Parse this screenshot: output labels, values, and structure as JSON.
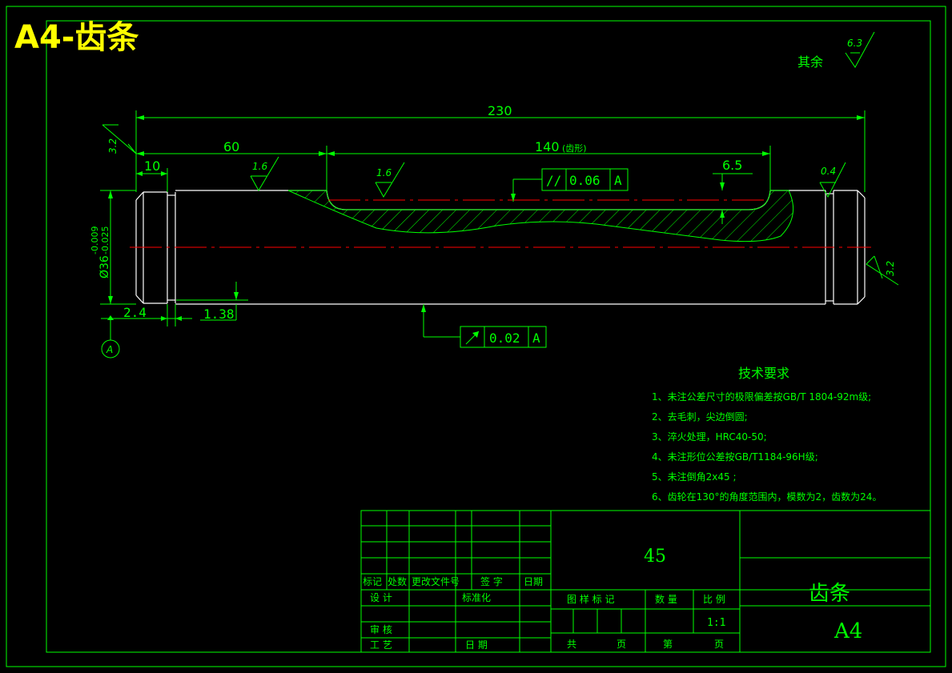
{
  "sheet": {
    "title": "A4-齿条",
    "roughness_else_label": "其余",
    "roughness_else_value": "6.3"
  },
  "dimensions": {
    "overall": "230",
    "left_section": "60",
    "toothed": "140",
    "toothed_note": "(齿形)",
    "end_step": "10",
    "tooth_depth": "6.5",
    "groove_width": "2.4",
    "groove_depth": "1.38",
    "diameter": "Ø36",
    "tol_upper": "-0.009",
    "tol_lower": "-0.025"
  },
  "roughness": {
    "left_end": "3.2",
    "left_face": "1.6",
    "tooth_face": "1.6",
    "right_groove": "0.4",
    "right_end": "3.2"
  },
  "tolerances": {
    "parallelism_symbol": "//",
    "parallelism_value": "0.06",
    "parallelism_datum": "A",
    "runout_value": "0.02",
    "runout_datum": "A"
  },
  "datum": {
    "label": "A"
  },
  "requirements": {
    "title": "技术要求",
    "items": [
      "1、未注公差尺寸的极限偏差按GB/T 1804-92m级;",
      "2、去毛刺，尖边倒圆;",
      "3、淬火处理，HRC40-50;",
      "4、未注形位公差按GB/T1184-96H级;",
      "5、未注倒角2x45 ;",
      "6、齿轮在130°的角度范围内，模数为2，齿数为24。"
    ]
  },
  "title_block": {
    "material": "45",
    "part_name": "齿条",
    "sheet_size": "A4",
    "col_mark": "标记",
    "col_count": "处数",
    "col_doc": "更改文件号",
    "col_sign": "签 字",
    "col_date": "日期",
    "row_design": "设 计",
    "row_standard": "标准化",
    "row_review": "审 核",
    "row_process": "工 艺",
    "row_date": "日 期",
    "stage_mark": "图 样 标 记",
    "weight": "数 量",
    "scale_label": "比 例",
    "scale": "1:1",
    "total": "共",
    "sheets": "页",
    "sheet_no": "第",
    "page": "页"
  }
}
